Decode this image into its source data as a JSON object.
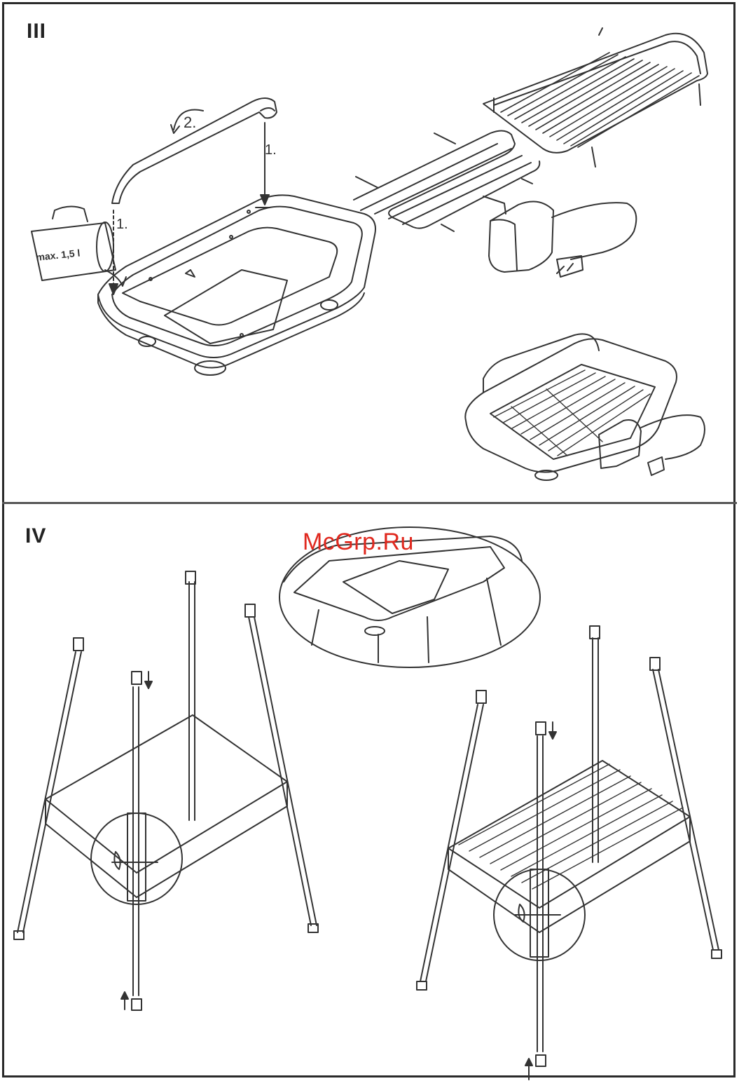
{
  "sections": {
    "iii": {
      "label": "III"
    },
    "iv": {
      "label": "IV"
    }
  },
  "callouts": {
    "step_1a": "1.",
    "step_1b": "1.",
    "step_2": "2.",
    "jug_capacity": "max. 1,5 l"
  },
  "watermark": {
    "text": "McGrp.Ru"
  },
  "colors": {
    "line": "#333333",
    "watermark": "#e0281e",
    "frame": "#2a2a2a"
  }
}
